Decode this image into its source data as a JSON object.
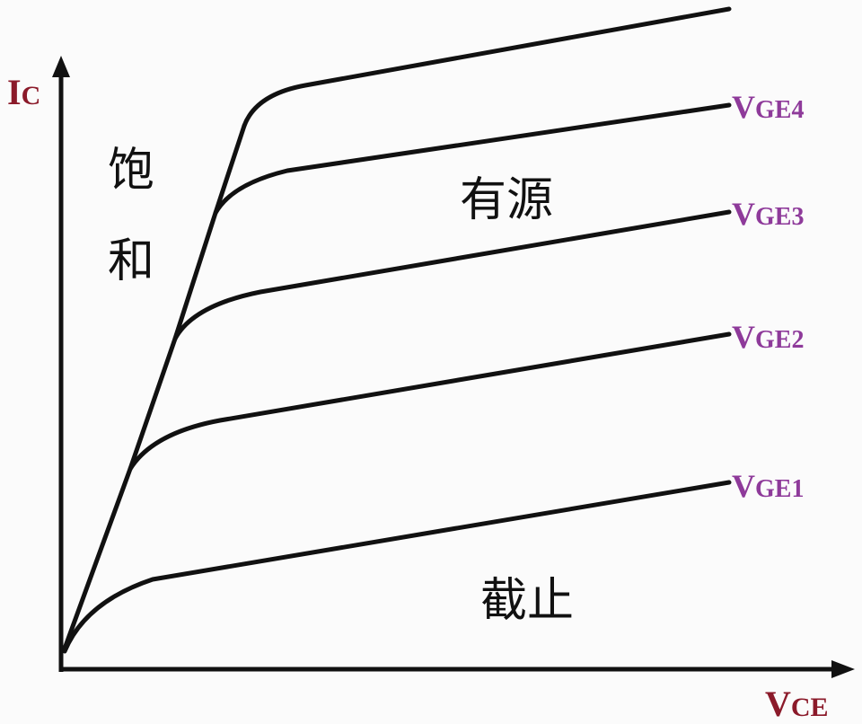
{
  "axes": {
    "y_label": {
      "main": "I",
      "sub": "C"
    },
    "x_label": {
      "main": "V",
      "sub": "CE"
    }
  },
  "curves": [
    {
      "main": "V",
      "sub": "GE4"
    },
    {
      "main": "V",
      "sub": "GE3"
    },
    {
      "main": "V",
      "sub": "GE2"
    },
    {
      "main": "V",
      "sub": "GE1"
    }
  ],
  "regions": {
    "saturation_1": "饱",
    "saturation_2": "和",
    "active": "有源",
    "cutoff": "截止"
  },
  "colors": {
    "axis_label": "#8b1a2a",
    "curve_label": "#8e3a9a",
    "line": "#111111"
  }
}
